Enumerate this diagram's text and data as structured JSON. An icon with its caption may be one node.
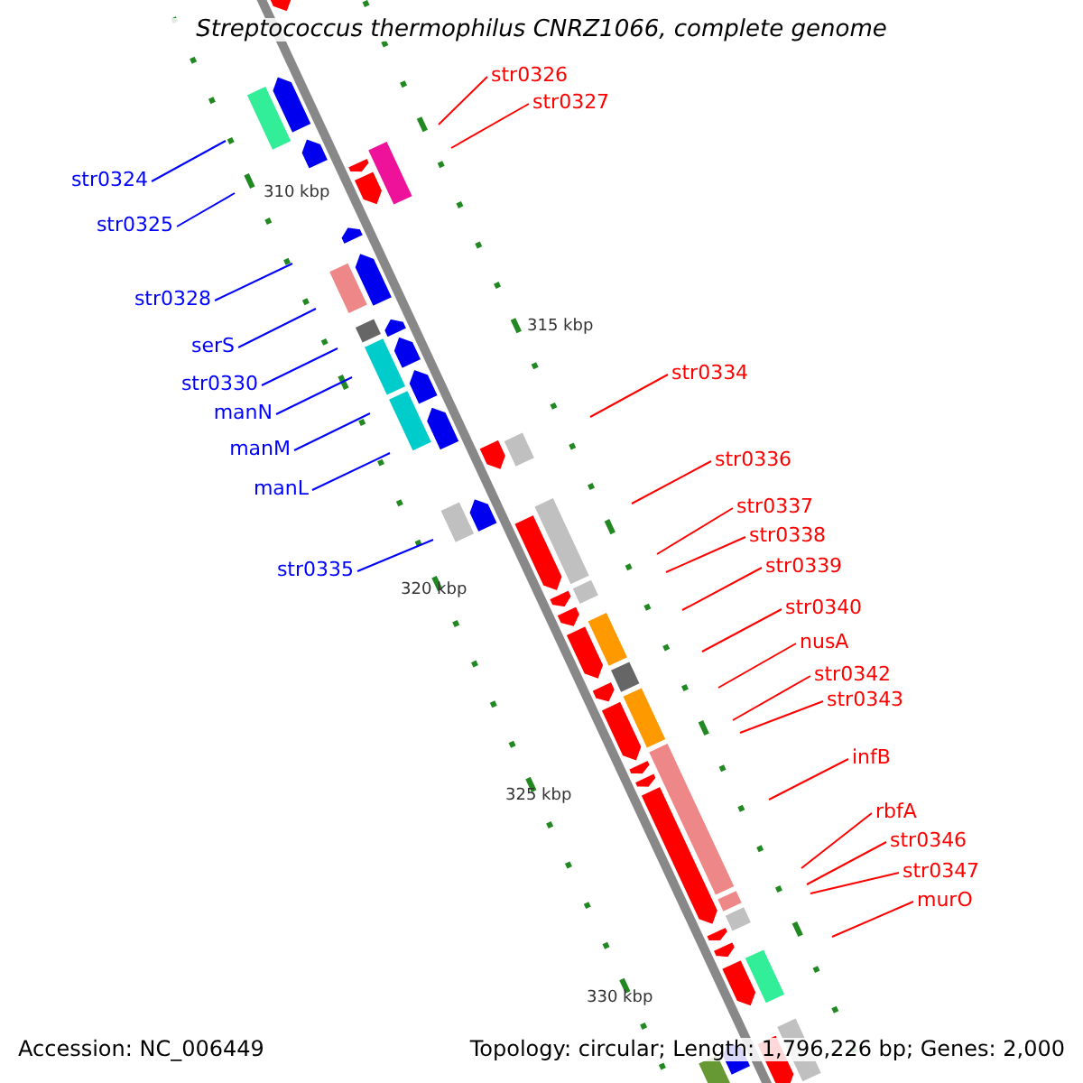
{
  "diagram": {
    "title": "Streptococcus thermophilus CNRZ1066, complete genome",
    "nodes": [
      {
        "text": [
          "str0326"
        ]
      },
      {
        "text": [
          "str0327"
        ]
      },
      {
        "text": [
          "str0324"
        ]
      },
      {
        "text": [
          "str0325"
        ]
      },
      {
        "text": [
          "str0328"
        ]
      },
      {
        "text": [
          "serS"
        ]
      },
      {
        "text": [
          "str0334"
        ]
      },
      {
        "text": [
          "str0330"
        ]
      },
      {
        "text": [
          "manN"
        ]
      },
      {
        "text": [
          "manM"
        ]
      },
      {
        "text": [
          "str0336"
        ]
      },
      {
        "text": [
          "manL"
        ]
      },
      {
        "text": [
          "str0337"
        ]
      },
      {
        "text": [
          "str0338"
        ]
      },
      {
        "text": [
          "str0339"
        ]
      },
      {
        "text": [
          "str0335"
        ]
      },
      {
        "text": [
          "str0340"
        ]
      },
      {
        "text": [
          "nusA"
        ]
      },
      {
        "text": [
          "str0342"
        ]
      },
      {
        "text": [
          "str0343"
        ]
      },
      {
        "text": [
          "infB"
        ]
      },
      {
        "text": [
          "rbfA"
        ]
      },
      {
        "text": [
          "str0346"
        ]
      },
      {
        "text": [
          "str0347"
        ]
      },
      {
        "text": [
          "murO"
        ]
      }
    ],
    "edges": [
      {
        "from": 0,
        "to": null,
        "arrow": "none"
      },
      {
        "from": 1,
        "to": null,
        "arrow": "none"
      },
      {
        "from": 2,
        "to": null,
        "arrow": "none",
        "color": "#0000ff"
      },
      {
        "from": 3,
        "to": null,
        "arrow": "none",
        "color": "#0000ff"
      },
      {
        "from": 4,
        "to": null,
        "arrow": "none",
        "color": "#0000ff"
      },
      {
        "from": 5,
        "to": null,
        "arrow": "none",
        "color": "#0000ff"
      },
      {
        "from": 6,
        "to": null,
        "arrow": "none"
      },
      {
        "from": 7,
        "to": null,
        "arrow": "none",
        "color": "#0000ff"
      },
      {
        "from": 8,
        "to": null,
        "arrow": "none",
        "color": "#0000ff"
      },
      {
        "from": 9,
        "to": null,
        "arrow": "none",
        "color": "#0000ff"
      },
      {
        "from": 10,
        "to": null,
        "arrow": "none"
      },
      {
        "from": 11,
        "to": null,
        "arrow": "none",
        "color": "#0000ff"
      },
      {
        "from": 12,
        "to": null,
        "arrow": "none"
      },
      {
        "from": 13,
        "to": null,
        "arrow": "none"
      },
      {
        "from": 14,
        "to": null,
        "arrow": "none"
      },
      {
        "from": 15,
        "to": null,
        "arrow": "none",
        "color": "#0000ff"
      },
      {
        "from": 16,
        "to": null,
        "arrow": "none"
      },
      {
        "from": 17,
        "to": null,
        "arrow": "none"
      },
      {
        "from": 18,
        "to": null,
        "arrow": "none"
      },
      {
        "from": 19,
        "to": null,
        "arrow": "none"
      },
      {
        "from": 20,
        "to": null,
        "arrow": "none"
      },
      {
        "from": 21,
        "to": null,
        "arrow": "none"
      },
      {
        "from": 22,
        "to": null,
        "arrow": "none"
      },
      {
        "from": 23,
        "to": null,
        "arrow": "none"
      },
      {
        "from": 24,
        "to": null,
        "arrow": "none"
      }
    ],
    "labels": [
      "310 kbp",
      "315 kbp",
      "320 kbp",
      "325 kbp",
      "330 kbp",
      "Accession: NC_006449",
      "Topology: circular; Length: 1,796,226 bp; Genes: 2,000"
    ]
  }
}
